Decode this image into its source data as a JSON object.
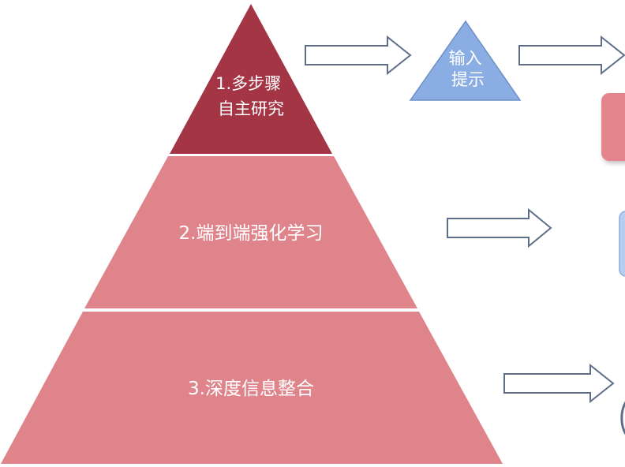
{
  "pyramid": {
    "tiers": [
      {
        "lines": [
          "1.多步骤",
          "自主研究"
        ],
        "color": "#a33545"
      },
      {
        "lines": [
          "2.端到端强化学习"
        ],
        "color": "#e0848c"
      },
      {
        "lines": [
          "3.深度信息整合"
        ],
        "color": "#e0848c"
      }
    ]
  },
  "input_prompt": {
    "lines": [
      "输入",
      "提示"
    ],
    "color": "#8aaee3"
  },
  "colors": {
    "arrow_stroke": "#5f6e88",
    "arrow_fill": "#ffffff",
    "partial_box": "#e6848e",
    "partial_box_blue": "#b9cdee"
  }
}
